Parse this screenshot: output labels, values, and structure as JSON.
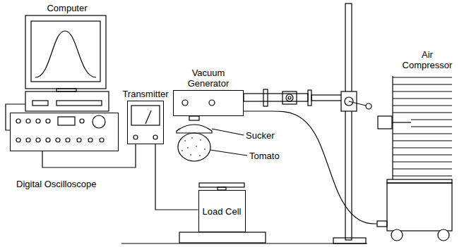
{
  "diagram": {
    "nodes": [
      {
        "text": [
          "Computer"
        ]
      },
      {
        "text": [
          "Vacuum Generator"
        ]
      },
      {
        "text": [
          "Air Compressor"
        ]
      },
      {
        "text": [
          "Transmitter"
        ]
      },
      {
        "text": [
          "Load Cell"
        ]
      },
      {
        "text": [
          "Digital Oscilloscope"
        ]
      }
    ],
    "edges": [
      {
        "from": 5,
        "to": 0,
        "arrow": "none"
      },
      {
        "from": 5,
        "to": 3,
        "arrow": "none"
      },
      {
        "from": 3,
        "to": 4,
        "arrow": "none"
      },
      {
        "from": 1,
        "to": 2,
        "arrow": "none"
      }
    ],
    "labels": [
      "Sucker",
      "Tomato"
    ]
  }
}
